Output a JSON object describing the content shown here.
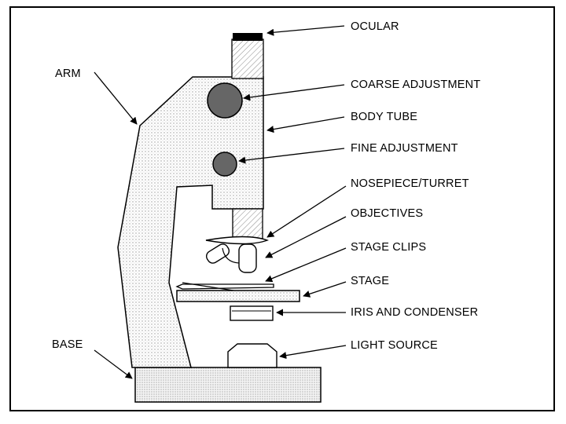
{
  "labels": {
    "ocular": "OCULAR",
    "coarse_adjustment": "COARSE ADJUSTMENT",
    "body_tube": "BODY TUBE",
    "fine_adjustment": "FINE ADJUSTMENT",
    "nosepiece": "NOSEPIECE/TURRET",
    "objectives": "OBJECTIVES",
    "stage_clips": "STAGE CLIPS",
    "stage": "STAGE",
    "iris_condenser": "IRIS AND CONDENSER",
    "light_source": "LIGHT SOURCE",
    "arm": "ARM",
    "base": "BASE"
  }
}
